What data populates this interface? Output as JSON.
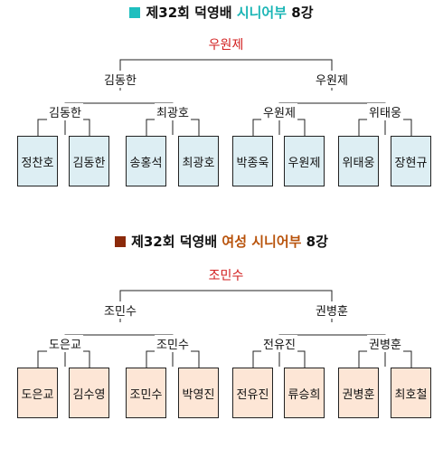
{
  "bracket1": {
    "title_prefix": "제32회 덕영배",
    "title_accent": "시니어부",
    "title_suffix": "8강",
    "marker_color": "#1fbfbf",
    "accent_color": "#1ab5b5",
    "champion": "우원제",
    "semis": [
      "김동한",
      "우원제"
    ],
    "quarters": [
      "김동한",
      "최광호",
      "우원제",
      "위태웅"
    ],
    "players": [
      "정찬호",
      "김동한",
      "송홍석",
      "최광호",
      "박종욱",
      "우원제",
      "위태웅",
      "장현규"
    ]
  },
  "bracket2": {
    "title_prefix": "제32회 덕영배",
    "title_accent": "여성 시니어부",
    "title_suffix": "8강",
    "marker_color": "#8b2a0b",
    "accent_color": "#b8520a",
    "champion": "조민수",
    "semis": [
      "조민수",
      "권병훈"
    ],
    "quarters": [
      "도은교",
      "조민수",
      "전유진",
      "권병훈"
    ],
    "players": [
      "도은교",
      "김수영",
      "조민수",
      "박영진",
      "전유진",
      "류승희",
      "권병훈",
      "최호철"
    ]
  }
}
